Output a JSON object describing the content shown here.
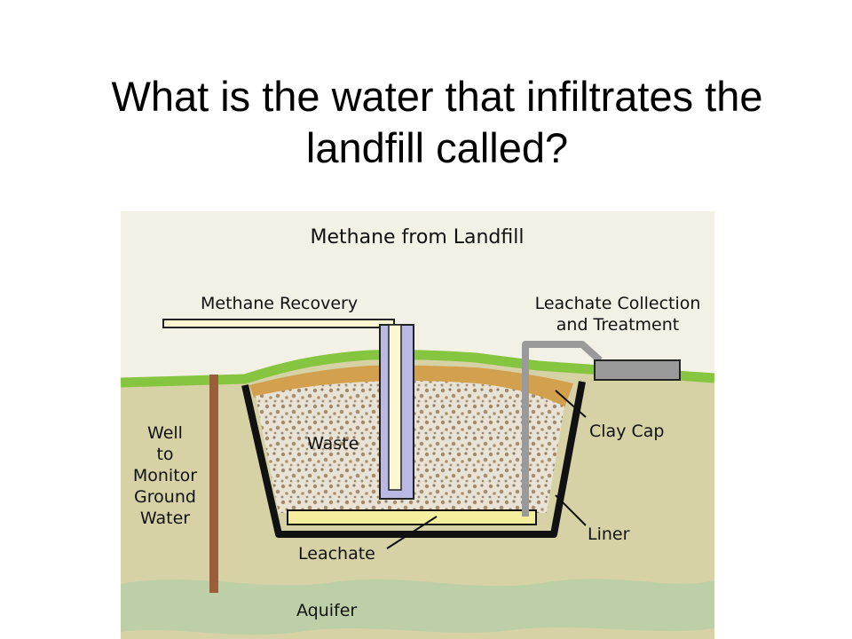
{
  "question": {
    "line1": "What is the water that infiltrates the",
    "line2": "landfill called?"
  },
  "diagram": {
    "title": "Methane from Landfill",
    "labels": {
      "methane_recovery": "Methane Recovery",
      "leachate_collection_1": "Leachate Collection",
      "leachate_collection_2": "and Treatment",
      "clay_cap": "Clay Cap",
      "waste": "Waste",
      "well_1": "Well",
      "well_2": "to",
      "well_3": "Monitor",
      "well_4": "Ground",
      "well_5": "Water",
      "liner": "Liner",
      "leachate": "Leachate",
      "aquifer": "Aquifer"
    },
    "colors": {
      "background_sky": "#f3f1e6",
      "soil": "#d6d2a6",
      "grass": "#86c540",
      "clay": "#d3a04d",
      "waste_speckle": "#8b6b46",
      "liner": "#111111",
      "methane_pipe": "#b9b9e3",
      "leachate_layer": "#f6ee9f",
      "well_pipe": "#9a5f3a",
      "aquifer": "#b7cfa6",
      "leachate_pipe": "#9a9a9a"
    }
  }
}
